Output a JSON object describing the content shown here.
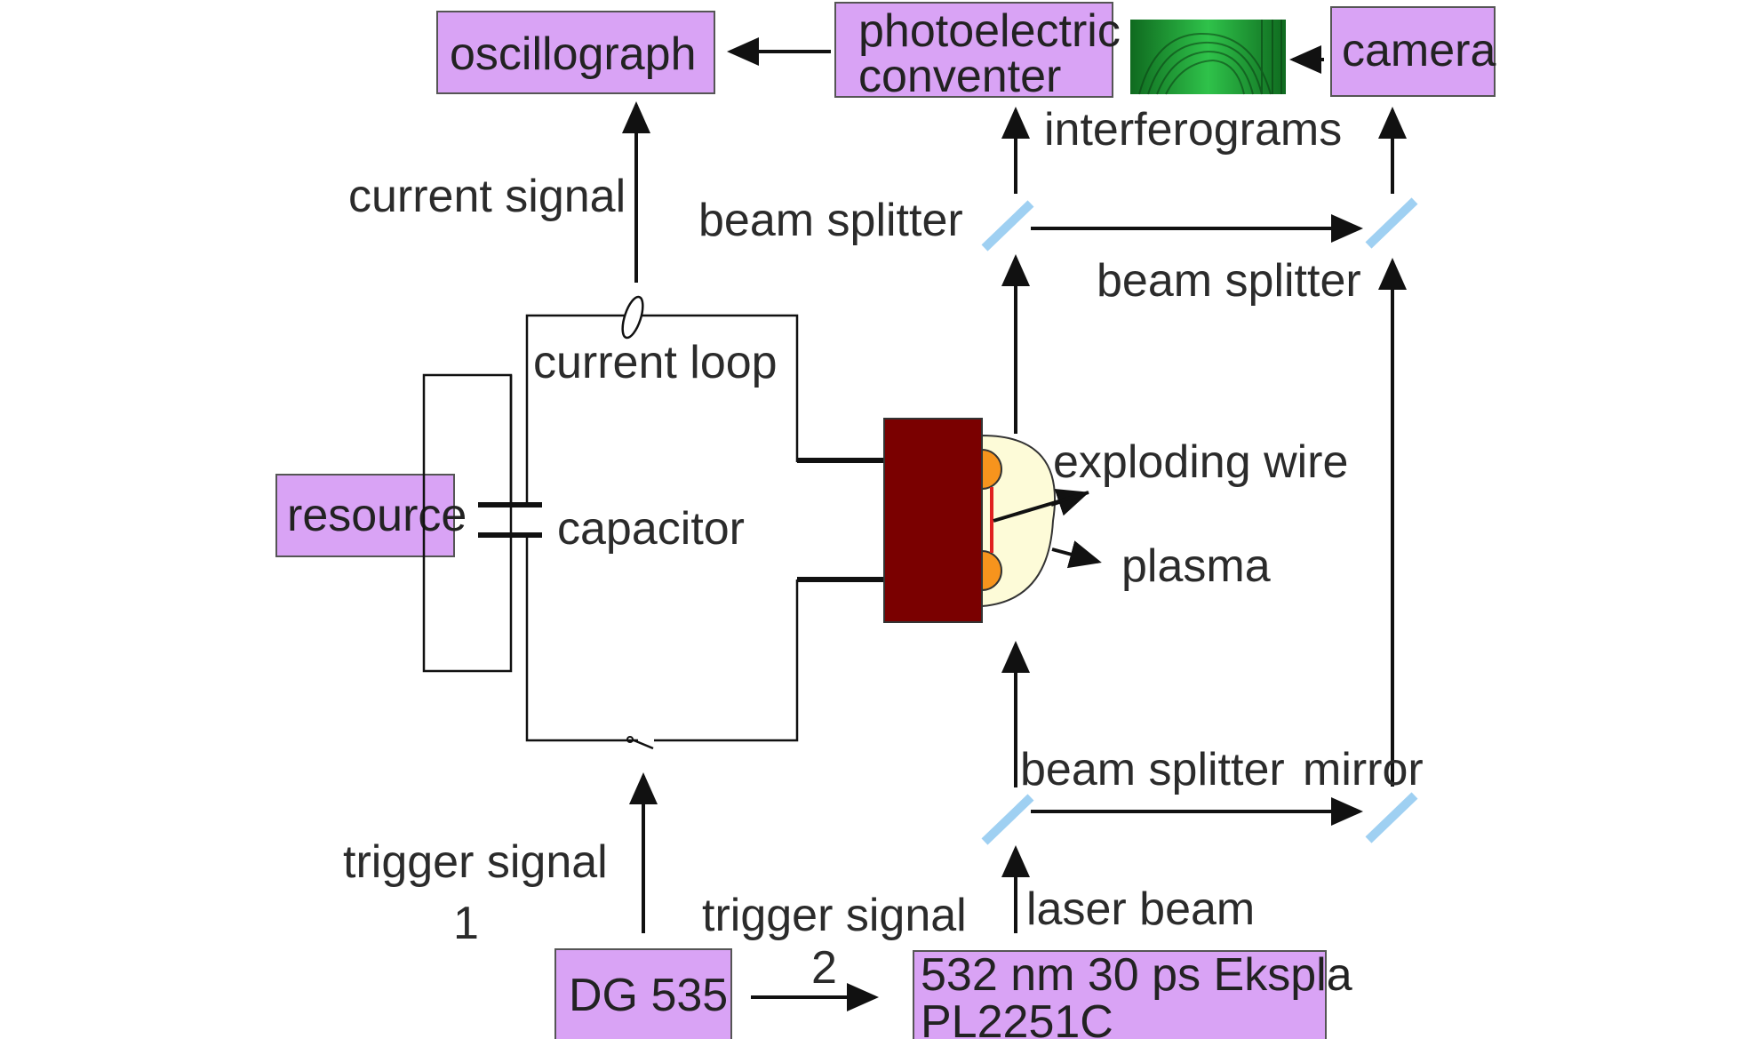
{
  "boxes": {
    "oscillograph": "oscillograph",
    "photoelectric_line1": "photoelectric",
    "photoelectric_line2": "conventer",
    "camera": "camera",
    "resource": "resource",
    "dg535": "DG 535",
    "laser_line1": "532 nm 30 ps Ekspla",
    "laser_line2": "PL2251C"
  },
  "labels": {
    "current_signal": "current signal",
    "interferograms": "interferograms",
    "beam_splitter_top_left": "beam splitter",
    "beam_splitter_top_right": "beam splitter",
    "beam_splitter_bottom": "beam splitter",
    "mirror": "mirror",
    "current_loop": "current loop",
    "capacitor": "capacitor",
    "exploding_wire": "exploding wire",
    "plasma": "plasma",
    "trigger_signal_1_line1": "trigger signal",
    "trigger_signal_1_line2": "1",
    "trigger_signal_2_line1": "trigger signal",
    "trigger_signal_2_line2": "2",
    "laser_beam": "laser beam"
  },
  "colors": {
    "box_fill": "#d9a3f5",
    "chamber": "#7a0000",
    "plasma_fill": "#fdfbd8",
    "electrode": "#f7941d",
    "wire": "#e02020",
    "mirror": "#9fd0f2",
    "interferogram": "#1fa83a"
  }
}
